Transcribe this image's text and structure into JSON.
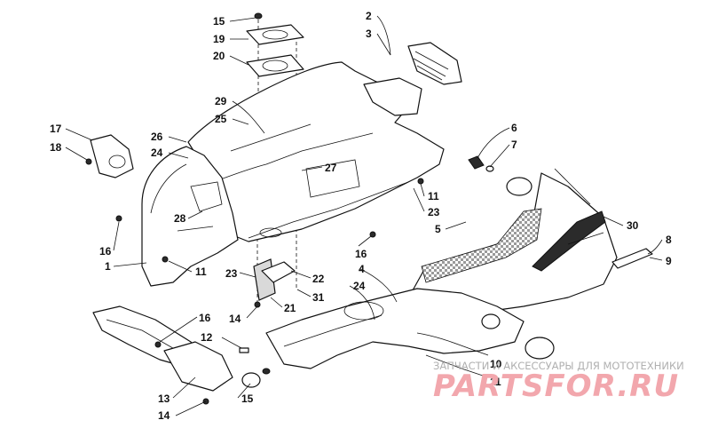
{
  "callouts": [
    {
      "id": "c15a",
      "label": "15"
    },
    {
      "id": "c19",
      "label": "19"
    },
    {
      "id": "c20",
      "label": "20"
    },
    {
      "id": "c2",
      "label": "2"
    },
    {
      "id": "c3",
      "label": "3"
    },
    {
      "id": "c29",
      "label": "29"
    },
    {
      "id": "c25",
      "label": "25"
    },
    {
      "id": "c26",
      "label": "26"
    },
    {
      "id": "c24a",
      "label": "24"
    },
    {
      "id": "c17",
      "label": "17"
    },
    {
      "id": "c18",
      "label": "18"
    },
    {
      "id": "c27",
      "label": "27"
    },
    {
      "id": "c6",
      "label": "6"
    },
    {
      "id": "c7",
      "label": "7"
    },
    {
      "id": "c11a",
      "label": "11"
    },
    {
      "id": "c23a",
      "label": "23"
    },
    {
      "id": "c28",
      "label": "28"
    },
    {
      "id": "c30",
      "label": "30"
    },
    {
      "id": "c5",
      "label": "5"
    },
    {
      "id": "c16a",
      "label": "16"
    },
    {
      "id": "c16b",
      "label": "16"
    },
    {
      "id": "c8",
      "label": "8"
    },
    {
      "id": "c9",
      "label": "9"
    },
    {
      "id": "c1",
      "label": "1"
    },
    {
      "id": "c11b",
      "label": "11"
    },
    {
      "id": "c23b",
      "label": "23"
    },
    {
      "id": "c4",
      "label": "4"
    },
    {
      "id": "c22",
      "label": "22"
    },
    {
      "id": "c24b",
      "label": "24"
    },
    {
      "id": "c31",
      "label": "31"
    },
    {
      "id": "c21",
      "label": "21"
    },
    {
      "id": "c14a",
      "label": "14"
    },
    {
      "id": "c16c",
      "label": "16"
    },
    {
      "id": "c12",
      "label": "12"
    },
    {
      "id": "c10",
      "label": "10"
    },
    {
      "id": "c11c",
      "label": "11"
    },
    {
      "id": "c13",
      "label": "13"
    },
    {
      "id": "c15b",
      "label": "15"
    },
    {
      "id": "c14b",
      "label": "14"
    }
  ],
  "watermark": {
    "tagline": "ЗАПЧАСТИ И АКСЕССУАРЫ ДЛЯ МОТОТЕХНИКИ",
    "logo": "PARTSFOR.RU"
  }
}
